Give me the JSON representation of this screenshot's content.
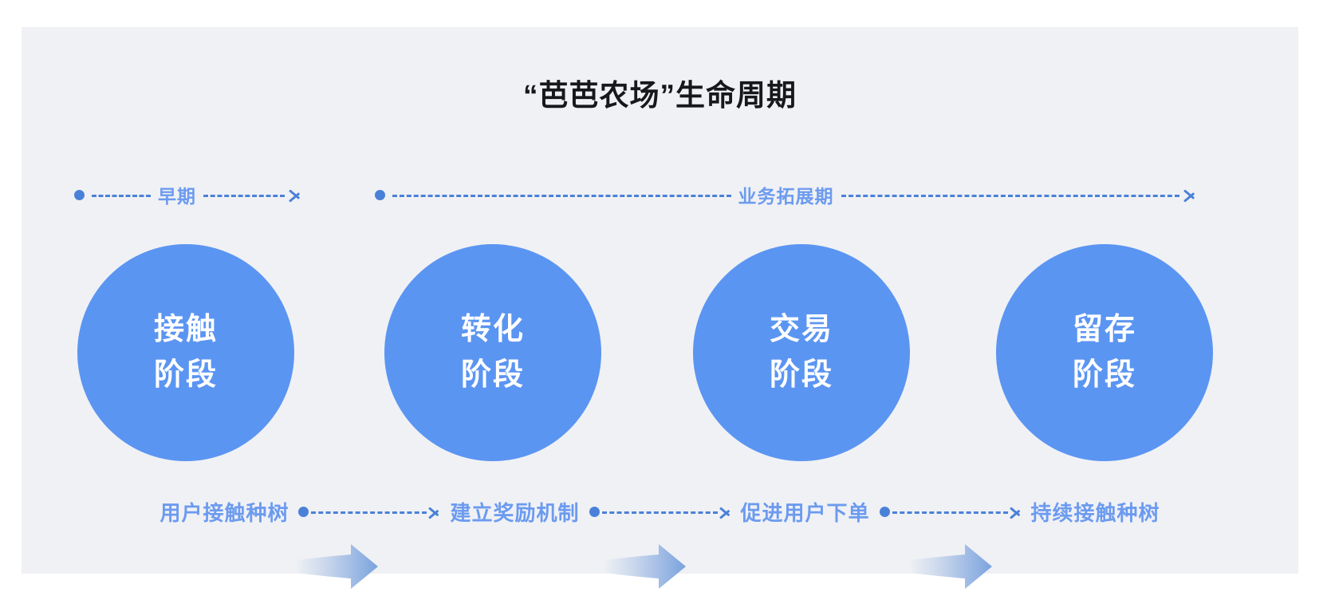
{
  "page": {
    "background": "#FFFFFF",
    "panel_background": "#F0F1F5"
  },
  "title": "“芭芭农场”生命周期",
  "colors": {
    "circle_fill": "#5B95F2",
    "label_blue": "#6C9BEF",
    "line_blue": "#4A81D8",
    "arrow_gradient_start": "#E8ECF2",
    "arrow_gradient_end": "#7BA3DE",
    "title_color": "#17181A"
  },
  "timelines": [
    {
      "label": "早期",
      "has_start_dot": true,
      "has_end_arrow": true
    },
    {
      "label": "业务拓展期",
      "has_start_dot": true,
      "has_end_arrow": true
    }
  ],
  "stages": [
    {
      "line1": "接触",
      "line2": "阶段"
    },
    {
      "line1": "转化",
      "line2": "阶段"
    },
    {
      "line1": "交易",
      "line2": "阶段"
    },
    {
      "line1": "留存",
      "line2": "阶段"
    }
  ],
  "captions": [
    "用户接触种树",
    "建立奖励机制",
    "促进用户下单",
    "持续接触种树"
  ]
}
